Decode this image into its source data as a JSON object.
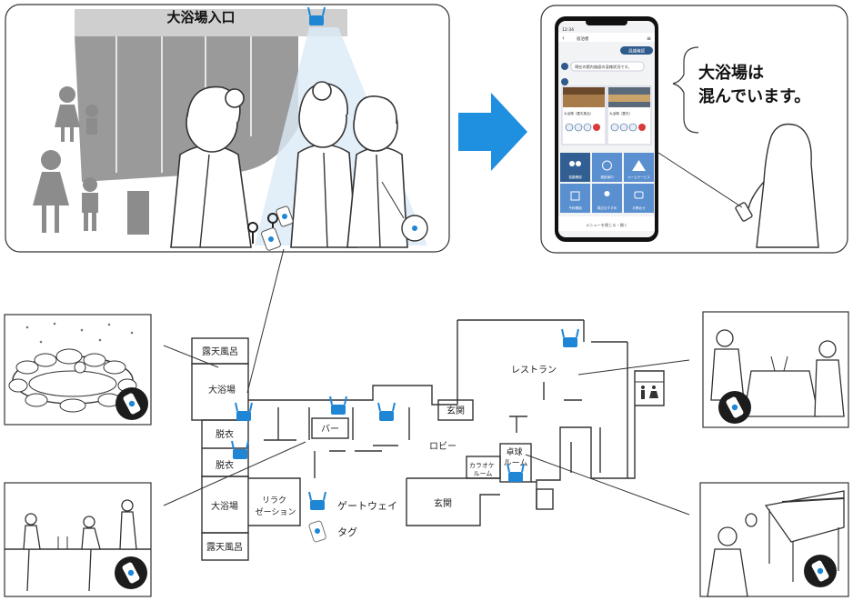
{
  "entrance_panel": {
    "sign": "大浴場入口"
  },
  "phone_panel": {
    "speech_line1": "大浴場は",
    "speech_line2": "混んでいます。",
    "status_time": "12:34",
    "header_title": "宿泊者",
    "chip_label": "混雑確認",
    "chat_message": "現在の館内施設の混雑状況です。",
    "card1_label": "大浴場（露天風呂）",
    "card2_label": "大浴場（露天）",
    "tile_labels": [
      "混雑確認",
      "施設案内",
      "ルームサービス",
      "予約確認",
      "周辺おすすめ",
      "お問合せ"
    ],
    "footer_text": "メニューを閉じる・開く"
  },
  "floorplan": {
    "rooms": {
      "outdoor_bath_top": "露天風呂",
      "bath_top": "大浴場",
      "changing_top": "脱衣",
      "changing_bottom": "脱衣",
      "bath_bottom": "大浴場",
      "outdoor_bath_bottom": "露天風呂",
      "relaxation": "リラク\nゼーション",
      "bar": "バー",
      "lobby": "ロビー",
      "entrance_upper": "玄関",
      "entrance_lower": "玄関",
      "restaurant": "レストラン",
      "karaoke": "カラオケ\nルーム",
      "billiards": "卓球\nルーム"
    },
    "legend": {
      "gateway": "ゲートウェイ",
      "tag": "タグ"
    }
  },
  "colors": {
    "accent_blue": "#1f86d6",
    "arrow_blue": "#1f8fe0",
    "phone_navy": "#2e5a8c",
    "line": "#333333"
  }
}
